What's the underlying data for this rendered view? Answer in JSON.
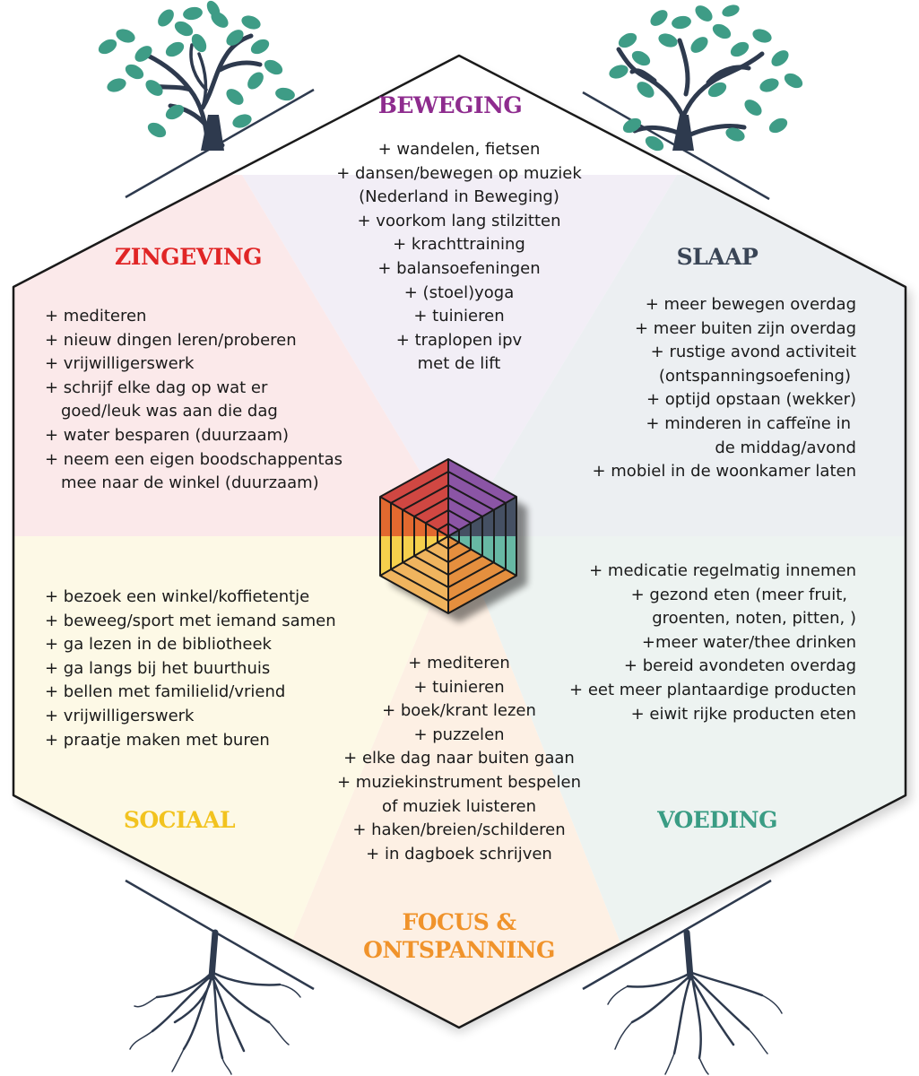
{
  "colors": {
    "beweging": "#8e2c8e",
    "zingeving": "#e02525",
    "slaap": "#3a4556",
    "voeding": "#3a9c84",
    "sociaal": "#f2c31f",
    "focus": "#f0932b",
    "outline": "#1a1a1a",
    "tree_leaf": "#3e9c86",
    "tree_trunk": "#2e3a4e"
  },
  "sections": {
    "beweging": {
      "title": "BEWEGING",
      "items": [
        "+ wandelen, fietsen",
        "+ dansen/bewegen op muziek",
        "(Nederland in Beweging)",
        "+ voorkom lang stilzitten",
        "+ krachttraining",
        "+ balansoefeningen",
        "+ (stoel)yoga",
        "+ tuinieren",
        "+ traplopen ipv",
        "met de lift"
      ]
    },
    "zingeving": {
      "title": "ZINGEVING",
      "items": [
        "+ mediteren",
        "+ nieuw dingen leren/proberen",
        "+ vrijwilligerswerk",
        "+ schrijf elke dag op wat er",
        "goed/leuk was aan die dag",
        "+ water besparen (duurzaam)",
        "+ neem een eigen boodschappentas",
        "mee naar de winkel (duurzaam)"
      ]
    },
    "slaap": {
      "title": "SLAAP",
      "items": [
        "+ meer bewegen overdag",
        "+ meer buiten zijn overdag",
        "+ rustige avond activiteit",
        "(ontspanningsoefening)",
        "+ optijd opstaan (wekker)",
        "+ minderen in caffeïne in",
        "de middag/avond",
        "+ mobiel in de woonkamer laten"
      ]
    },
    "voeding": {
      "title": "VOEDING",
      "items": [
        "+ medicatie regelmatig innemen",
        "+ gezond eten (meer fruit,",
        "groenten, noten, pitten, )",
        "+meer water/thee drinken",
        "+ bereid avondeten overdag",
        "+ eet meer plantaardige producten",
        "+ eiwit rijke producten eten"
      ]
    },
    "sociaal": {
      "title": "SOCIAAL",
      "items": [
        "+ bezoek een winkel/koffietentje",
        "+ beweeg/sport met iemand samen",
        "+ ga lezen in de bibliotheek",
        "+ ga langs bij het buurthuis",
        "+ bellen met familielid/vriend",
        "+ vrijwilligerswerk",
        "+ praatje maken met buren"
      ]
    },
    "focus": {
      "title_line1": "FOCUS &",
      "title_line2": "ONTSPANNING",
      "items": [
        "+ mediteren",
        "+ tuinieren",
        "+ boek/krant lezen",
        "+ puzzelen",
        "+ elke dag naar buiten gaan",
        "+ muziekinstrument bespelen",
        "of muziek luisteren",
        "+ haken/breien/schilderen",
        "+ in dagboek schrijven"
      ]
    }
  }
}
